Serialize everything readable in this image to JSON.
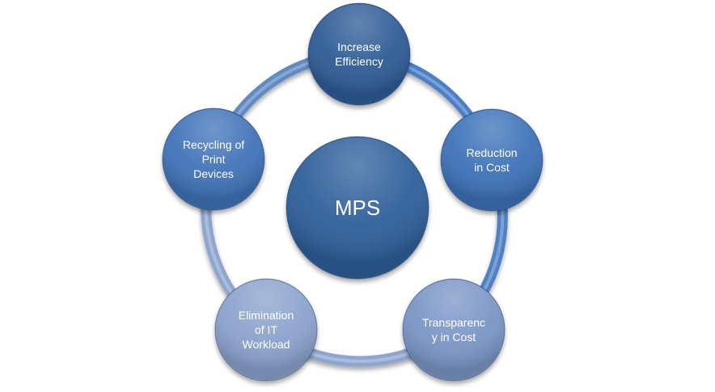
{
  "diagram": {
    "title": "MPS",
    "center": {
      "label": "MPS",
      "color": "#2f5f9a"
    },
    "nodes": [
      {
        "id": "increase-efficiency",
        "label": "Increase Efficiency",
        "lines": [
          "Increase",
          "Efficiency"
        ],
        "color": "#2d5c96"
      },
      {
        "id": "reduction-in-cost",
        "label": "Reduction in Cost",
        "lines": [
          "Reduction",
          "in Cost"
        ],
        "color": "#3d72b8"
      },
      {
        "id": "transparency-in-cost",
        "label": "Transparency in Cost",
        "lines": [
          "Transparenc",
          "y in Cost"
        ],
        "color": "#7a96c6"
      },
      {
        "id": "elimination-of-it-workload",
        "label": "Elimination of IT Workload",
        "lines": [
          "Elimination",
          "of IT",
          "Workload"
        ],
        "color": "#8aa2cc"
      },
      {
        "id": "recycling-of-print-devices",
        "label": "Recycling of Print Devices",
        "lines": [
          "Recycling of",
          "Print",
          "Devices"
        ],
        "color": "#3f73b8"
      }
    ],
    "ring_colors": [
      "#4a80c8",
      "#4f82c4",
      "#8ea6cf",
      "#8fa7cf",
      "#5f8ac4"
    ]
  }
}
